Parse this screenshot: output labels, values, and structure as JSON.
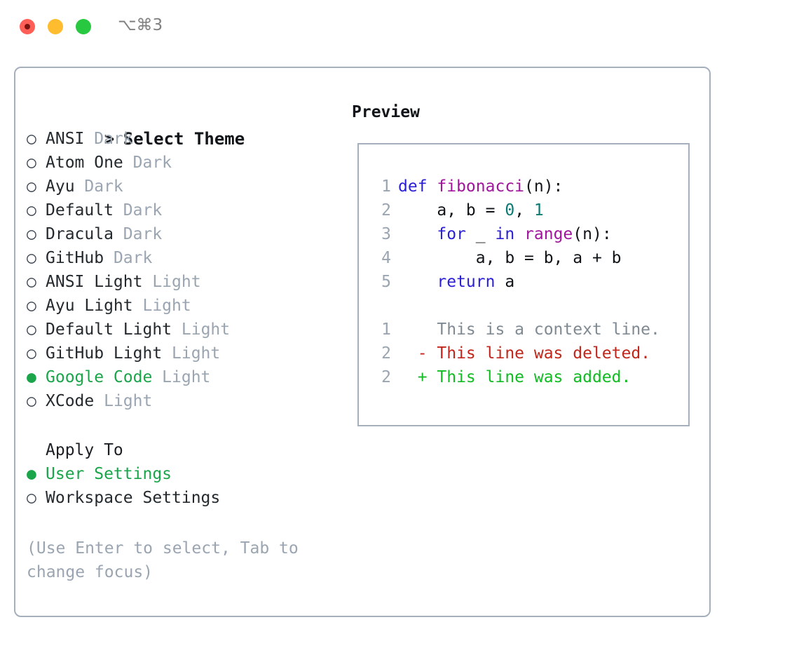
{
  "titlebar": {
    "shortcut": "⌥⌘3",
    "buttons": {
      "close": "close-window",
      "minimize": "minimize-window",
      "maximize": "maximize-window"
    }
  },
  "dialog": {
    "prompt_marker": ">",
    "prompt_title": "Select Theme",
    "ring": "○",
    "filled": "●",
    "themes": [
      {
        "name": "ANSI",
        "badge": "Dark",
        "selected": false
      },
      {
        "name": "Atom One",
        "badge": "Dark",
        "selected": false
      },
      {
        "name": "Ayu",
        "badge": "Dark",
        "selected": false
      },
      {
        "name": "Default",
        "badge": "Dark",
        "selected": false
      },
      {
        "name": "Dracula",
        "badge": "Dark",
        "selected": false
      },
      {
        "name": "GitHub",
        "badge": "Dark",
        "selected": false
      },
      {
        "name": "ANSI Light",
        "badge": "Light",
        "selected": false
      },
      {
        "name": "Ayu Light",
        "badge": "Light",
        "selected": false
      },
      {
        "name": "Default Light",
        "badge": "Light",
        "selected": false
      },
      {
        "name": "GitHub Light",
        "badge": "Light",
        "selected": false
      },
      {
        "name": "Google Code",
        "badge": "Light",
        "selected": true
      },
      {
        "name": "XCode",
        "badge": "Light",
        "selected": false
      }
    ],
    "apply_to_heading": "Apply To",
    "apply_to_options": [
      {
        "label": "User Settings",
        "selected": true
      },
      {
        "label": "Workspace Settings",
        "selected": false
      }
    ],
    "hint": "(Use Enter to select, Tab to change focus)"
  },
  "preview": {
    "title": "Preview",
    "code_lines": [
      {
        "number": "1",
        "tokens": [
          {
            "text": "def ",
            "cls": "kw"
          },
          {
            "text": "fibonacci",
            "cls": "fn"
          },
          {
            "text": "(n):",
            "cls": "plain"
          }
        ]
      },
      {
        "number": "2",
        "tokens": [
          {
            "text": "    a, b = ",
            "cls": "plain"
          },
          {
            "text": "0",
            "cls": "num"
          },
          {
            "text": ", ",
            "cls": "plain"
          },
          {
            "text": "1",
            "cls": "num"
          }
        ]
      },
      {
        "number": "3",
        "tokens": [
          {
            "text": "    ",
            "cls": "plain"
          },
          {
            "text": "for",
            "cls": "kw"
          },
          {
            "text": " _ ",
            "cls": "plain"
          },
          {
            "text": "in",
            "cls": "kw"
          },
          {
            "text": " ",
            "cls": "plain"
          },
          {
            "text": "range",
            "cls": "fn"
          },
          {
            "text": "(n):",
            "cls": "plain"
          }
        ]
      },
      {
        "number": "4",
        "tokens": [
          {
            "text": "        a, b = b, a + b",
            "cls": "plain"
          }
        ]
      },
      {
        "number": "5",
        "tokens": [
          {
            "text": "    ",
            "cls": "kw"
          },
          {
            "text": "return",
            "cls": "kw"
          },
          {
            "text": " a",
            "cls": "plain"
          }
        ]
      }
    ],
    "diff_lines": [
      {
        "number": "1",
        "marker": " ",
        "text": " This is a context line.",
        "kind": "context"
      },
      {
        "number": "2",
        "marker": "-",
        "text": " This line was deleted.",
        "kind": "deleted"
      },
      {
        "number": "2",
        "marker": "+",
        "text": " This line was added.",
        "kind": "added"
      }
    ]
  },
  "colors": {
    "accent_green": "#1aa54b",
    "border": "#a6b0bd",
    "muted": "#9aa5b1",
    "keyword": "#2b1fd6",
    "function": "#a0159c",
    "number": "#0b7a75",
    "diff_deleted": "#c0261b",
    "diff_added": "#11bb22",
    "diff_context": "#808a93"
  }
}
